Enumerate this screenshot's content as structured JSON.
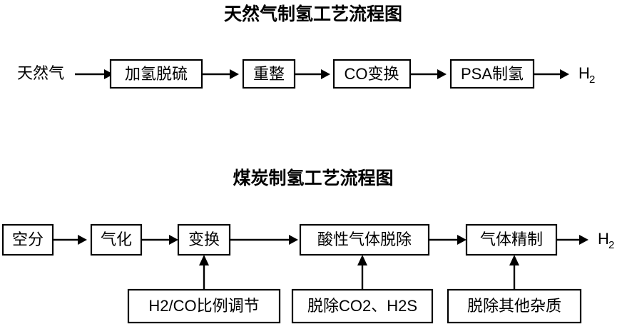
{
  "page": {
    "background_color": "#ffffff",
    "line_color": "#000000",
    "text_color": "#000000"
  },
  "sections": [
    {
      "id": "natural-gas",
      "title": "天然气制氢工艺流程图",
      "input_label": "天然气",
      "output_label": "H",
      "output_subscript": "2",
      "steps": [
        {
          "label": "加氢脱硫"
        },
        {
          "label": "重整"
        },
        {
          "label": "CO变换"
        },
        {
          "label": "PSA制氢"
        }
      ]
    },
    {
      "id": "coal",
      "title": "煤炭制氢工艺流程图",
      "output_label": "H",
      "output_subscript": "2",
      "steps": [
        {
          "label": "空分"
        },
        {
          "label": "气化"
        },
        {
          "label": "变换"
        },
        {
          "label": "酸性气体脱除"
        },
        {
          "label": "气体精制"
        }
      ],
      "annotations": [
        {
          "label": "H2/CO比例调节",
          "target": "变换"
        },
        {
          "label": "脱除CO2、H2S",
          "target": "酸性气体脱除"
        },
        {
          "label": "脱除其他杂质",
          "target": "气体精制"
        }
      ]
    }
  ]
}
